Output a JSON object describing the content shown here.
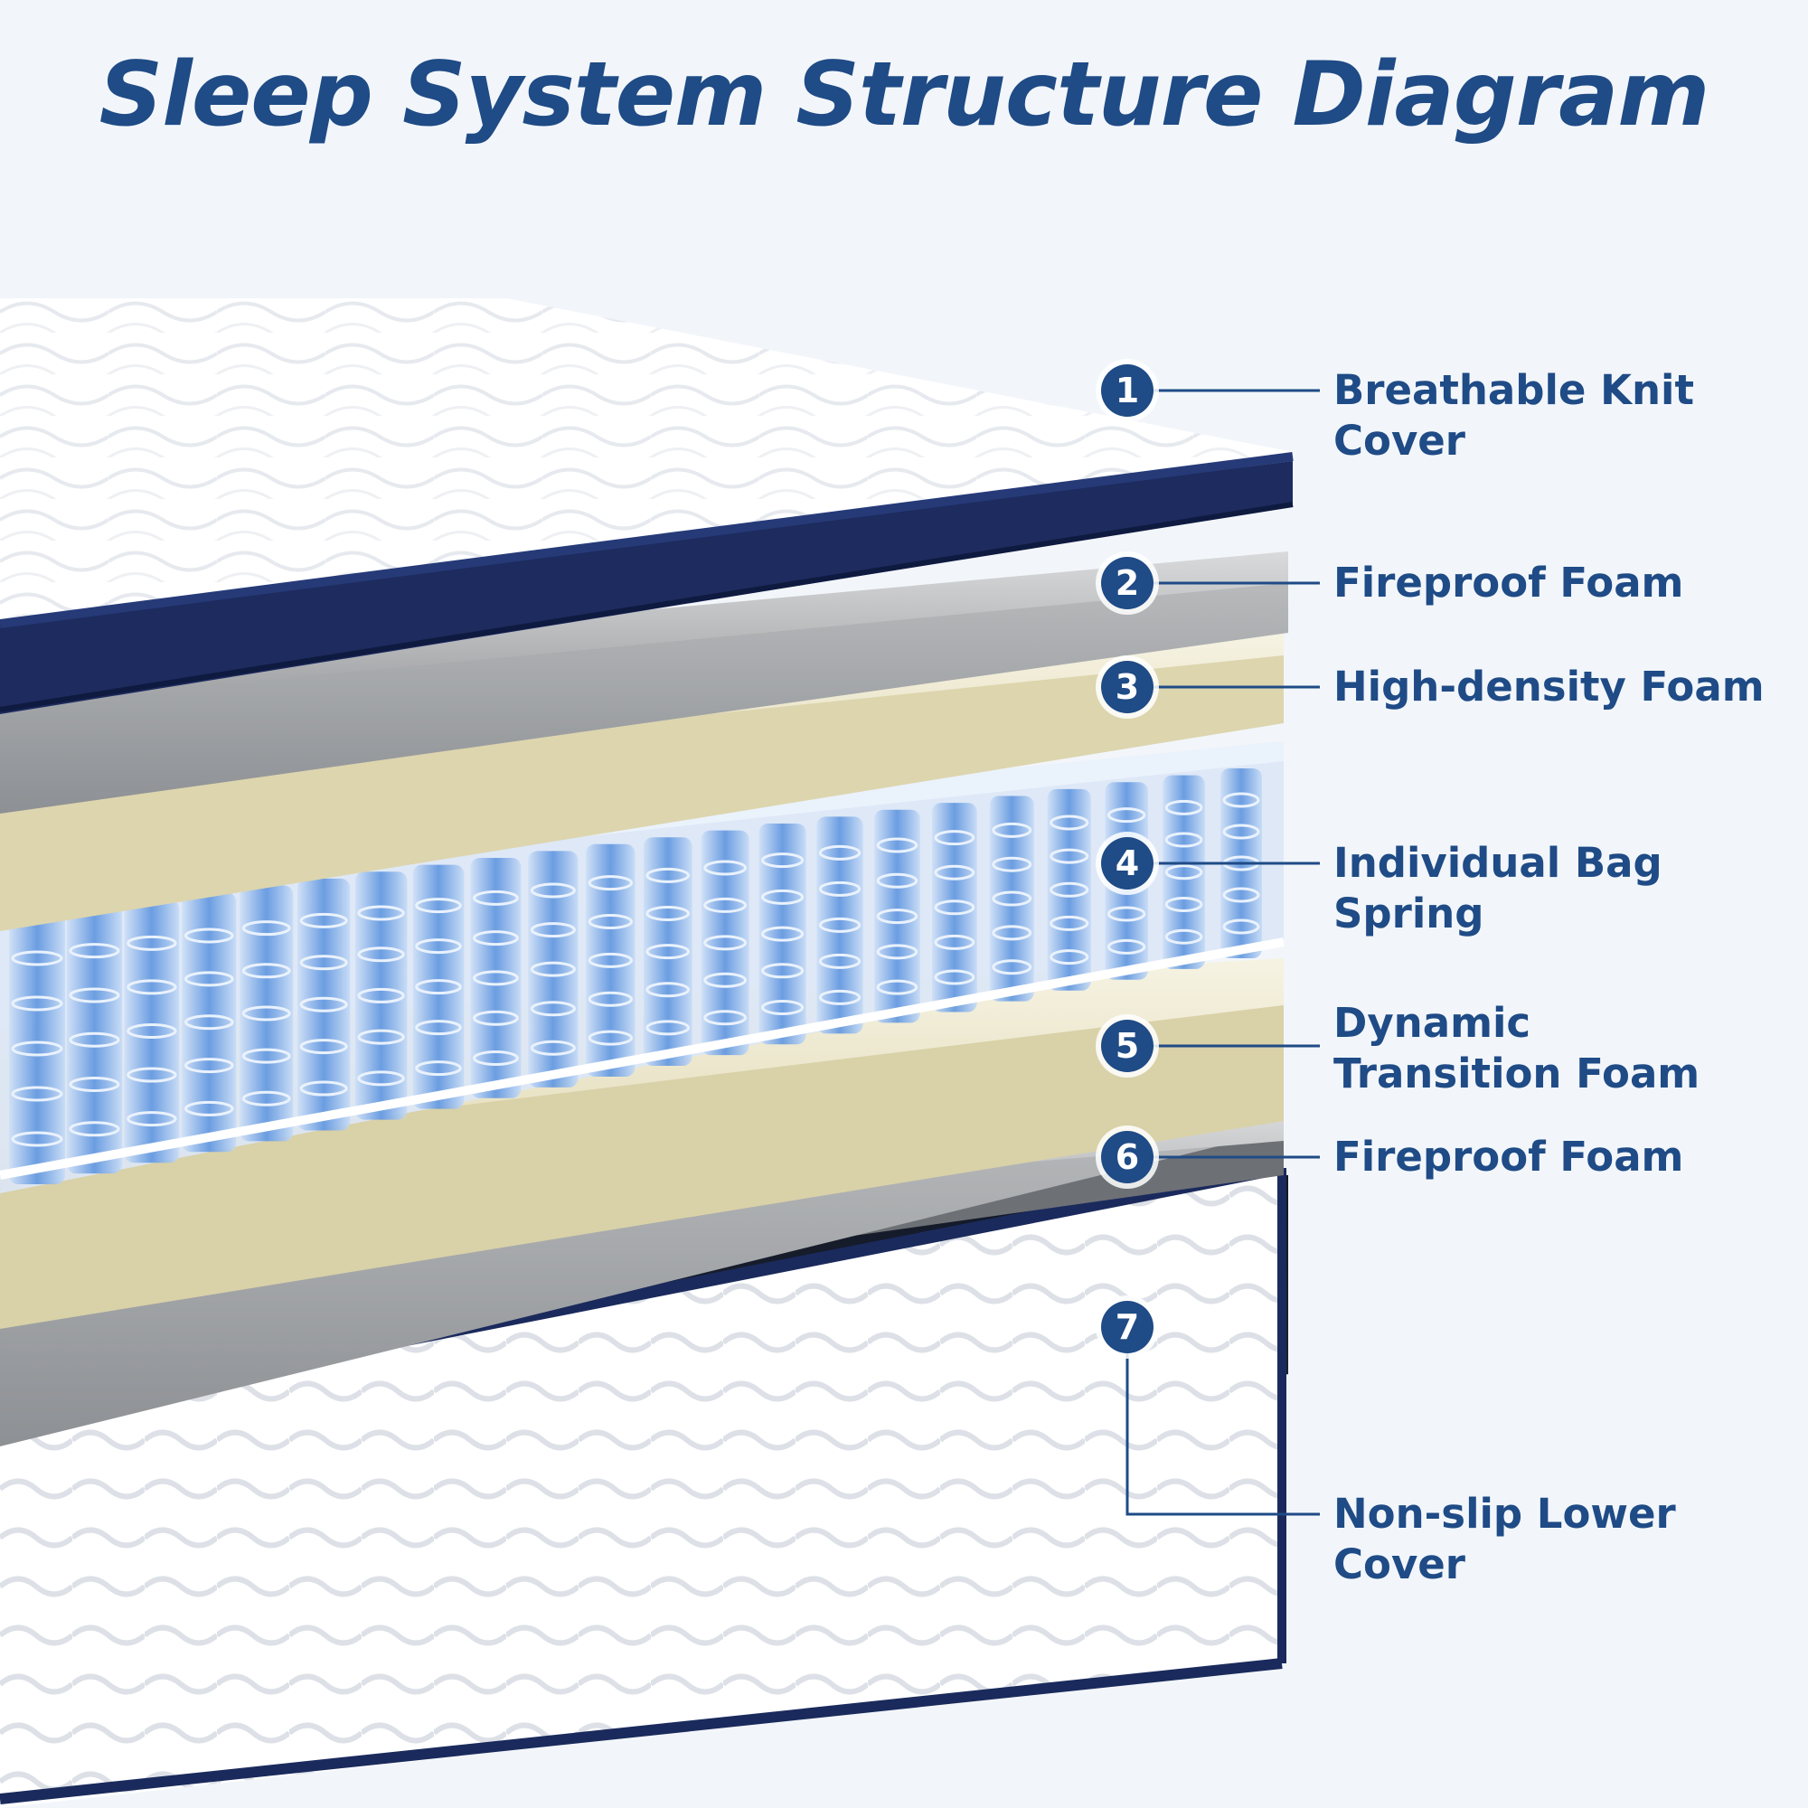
{
  "title": "Sleep System Structure Diagram",
  "colors": {
    "navy": "#1f4b86",
    "piping": "#1a2a5c",
    "background": "#f2f6fa",
    "knit_cover": "#ffffff",
    "fireproof_foam": "#a6a8ab",
    "high_density_foam": "#ece7cc",
    "spring_coil": "#6a9ee0"
  },
  "layers": [
    {
      "number": "1",
      "label": "Breathable Knit Cover"
    },
    {
      "number": "2",
      "label": "Fireproof Foam"
    },
    {
      "number": "3",
      "label": "High-density Foam"
    },
    {
      "number": "4",
      "label": "Individual Bag Spring"
    },
    {
      "number": "5",
      "label": "Dynamic Transition Foam"
    },
    {
      "number": "6",
      "label": "Fireproof Foam"
    },
    {
      "number": "7",
      "label": "Non-slip Lower Cover"
    }
  ]
}
